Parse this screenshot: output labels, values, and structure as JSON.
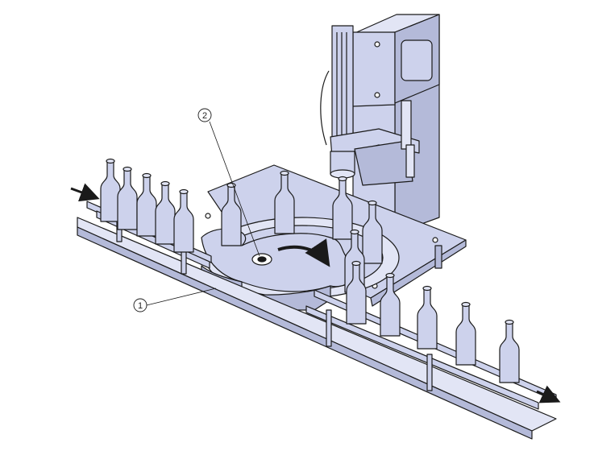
{
  "callouts": [
    {
      "id": "1",
      "label": "1"
    },
    {
      "id": "2",
      "label": "2"
    }
  ],
  "colors": {
    "body_fill": "#cdd2ec",
    "body_dark": "#b4bad9",
    "body_light": "#e2e5f5",
    "outline": "#1a1a1a",
    "background": "#ffffff"
  }
}
